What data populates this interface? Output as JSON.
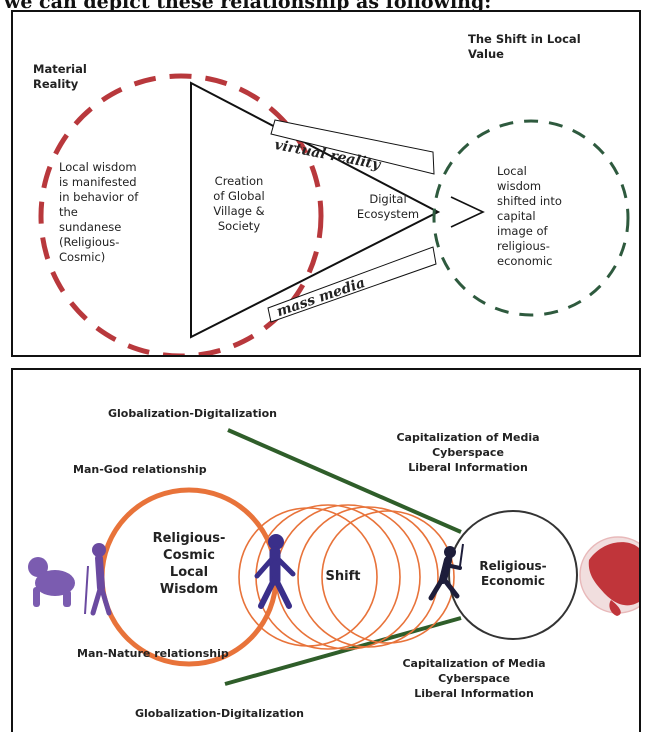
{
  "header": "we can depict these relationship as following:",
  "panel1": {
    "material_reality": "Material\nReality",
    "shift_title": "The Shift in Local\nValue",
    "left_circle_text": "Local wisdom\nis manifested\nin behavior of\nthe\nsundanese\n(Religious-\nCosmic)",
    "triangle_text": "Creation\nof Global\nVillage &\nSociety",
    "digital_ecosystem": "Digital\nEcosystem",
    "right_circle_text": "Local\nwisdom\nshifted into\ncapital\nimage of\nreligious-\neconomic",
    "virtual_reality": "virtual reality",
    "mass_media": "mass media",
    "colors": {
      "red_dashed": "#b8383c",
      "green_dashed": "#2e5a3e"
    }
  },
  "panel2": {
    "globalization_top": "Globalization-Digitalization",
    "capitalization_top": "Capitalization of Media\nCyberspace\nLiberal Information",
    "man_god": "Man-God relationship",
    "left_circle": "Religious-\nCosmic\nLocal\nWisdom",
    "shift": "Shift",
    "right_circle": "Religious-\nEconomic",
    "man_nature": "Man-Nature relationship",
    "capitalization_bottom": "Capitalization of Media\nCyberspace\nLiberal Information",
    "globalization_bottom": "Globalization-Digitalization",
    "colors": {
      "orange": "#e8733a",
      "green_line": "#2f5e2a",
      "purple_figure": "#7b5cb0",
      "globe_red": "#c0353a"
    },
    "icons": [
      "baby-crawling-icon",
      "walking-man-with-stick-icon",
      "striding-man-icon",
      "running-man-icon",
      "globe-icon"
    ]
  }
}
